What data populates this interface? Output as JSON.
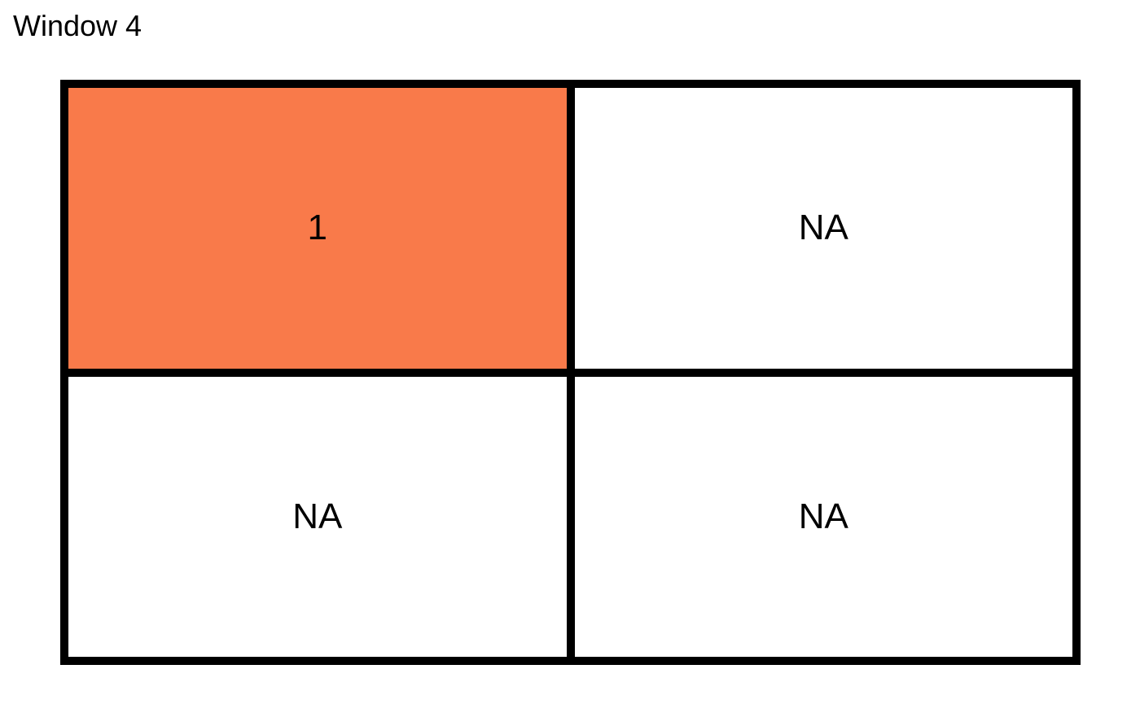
{
  "window": {
    "title": "Window 4"
  },
  "grid": {
    "cells": [
      {
        "label": "1",
        "fill": "#f97a4a"
      },
      {
        "label": "NA",
        "fill": "#ffffff"
      },
      {
        "label": "NA",
        "fill": "#ffffff"
      },
      {
        "label": "NA",
        "fill": "#ffffff"
      }
    ]
  },
  "colors": {
    "highlight": "#f97a4a",
    "border": "#000000",
    "empty": "#ffffff"
  }
}
